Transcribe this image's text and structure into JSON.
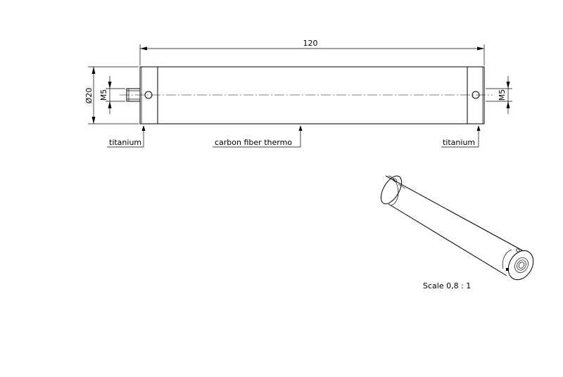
{
  "dimensions": {
    "length": "120",
    "diameter": "Ø20",
    "thread_left": "M5",
    "thread_right": "M5"
  },
  "callouts": {
    "left_material": "titanium",
    "middle_material": "carbon fiber thermo",
    "right_material": "titanium"
  },
  "iso_view": {
    "scale": "Scale 0,8 : 1"
  }
}
